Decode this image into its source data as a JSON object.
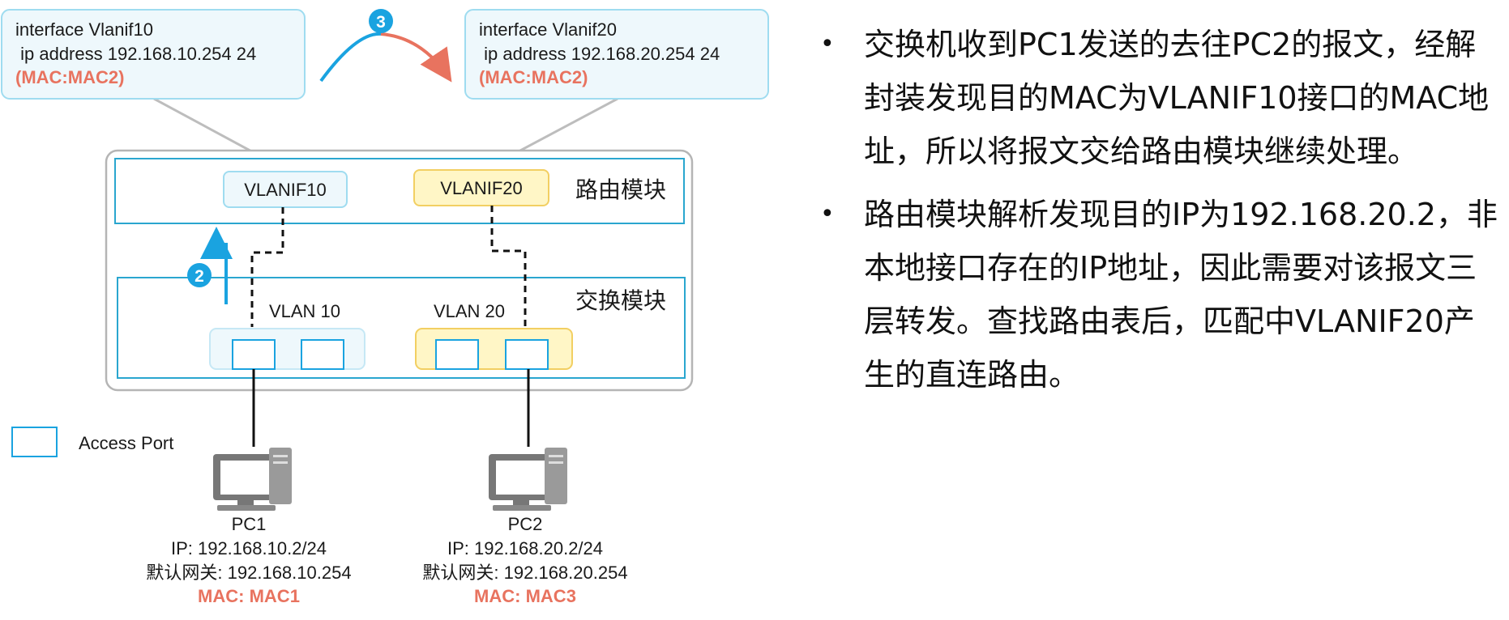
{
  "config_left": {
    "line1": "interface Vlanif10",
    "line2": " ip address 192.168.10.254 24",
    "line3": "(MAC:MAC2)"
  },
  "config_right": {
    "line1": "interface Vlanif20",
    "line2": " ip address 192.168.20.254 24",
    "line3": "(MAC:MAC2)"
  },
  "steps": {
    "step2": "2",
    "step3": "3"
  },
  "router_module": {
    "label": "路由模块",
    "vlanif10": "VLANIF10",
    "vlanif20": "VLANIF20"
  },
  "switch_module": {
    "label": "交换模块",
    "vlan10": "VLAN 10",
    "vlan20": "VLAN 20"
  },
  "legend": {
    "label": "Access Port"
  },
  "pc1": {
    "name": "PC1",
    "ip": "IP: 192.168.10.2/24",
    "gateway": "默认网关: 192.168.10.254",
    "mac": "MAC: MAC1"
  },
  "pc2": {
    "name": "PC2",
    "ip": "IP: 192.168.20.2/24",
    "gateway": "默认网关: 192.168.20.254",
    "mac": "MAC: MAC3"
  },
  "description": {
    "bullet_char": "•",
    "bullets": [
      "交换机收到PC1发送的去往PC2的报文，经解封装发现目的MAC为VLANIF10接口的MAC地址，所以将报文交给路由模块继续处理。",
      "路由模块解析发现目的IP为192.168.20.2，非本地接口存在的IP地址，因此需要对该报文三层转发。查找路由表后，匹配中VLANIF20产生的直连路由。"
    ]
  },
  "colors": {
    "accent_blue": "#1aa3e0",
    "accent_red": "#e8735f",
    "mac_red": "#e8735f",
    "light_blue_fill": "#eef8fc",
    "light_blue_border": "#9fdcf0",
    "yellow_fill": "#fff6c6",
    "yellow_border": "#f2cf62",
    "module_border": "#2aa6cf"
  }
}
